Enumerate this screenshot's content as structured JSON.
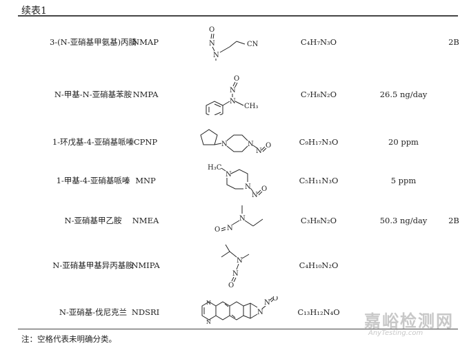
{
  "table": {
    "caption": "续表1",
    "rows": [
      {
        "name": "3-(N-亚硝基甲氨基)丙腈",
        "abbr": "NMAP",
        "formula": "C₄H₇N₃O",
        "limit": "",
        "cls": "2B"
      },
      {
        "name": "N-甲基-N-亚硝基苯胺",
        "abbr": "NMPA",
        "formula": "C₇H₈N₂O",
        "limit": "26.5 ng/day",
        "cls": ""
      },
      {
        "name": "1-环戊基-4-亚硝基哌嗪",
        "abbr": "CPNP",
        "formula": "C₉H₁₇N₃O",
        "limit": "20 ppm",
        "cls": ""
      },
      {
        "name": "1-甲基-4-亚硝基哌嗪",
        "abbr": "MNP",
        "formula": "C₅H₁₁N₃O",
        "limit": "5 ppm",
        "cls": ""
      },
      {
        "name": "N-亚硝基甲乙胺",
        "abbr": "NMEA",
        "formula": "C₃H₈N₂O",
        "limit": "50.3 ng/day",
        "cls": "2B"
      },
      {
        "name": "N-亚硝基甲基异丙基胺",
        "abbr": "NMIPA",
        "formula": "C₄H₁₀N₂O",
        "limit": "",
        "cls": ""
      },
      {
        "name": "N-亚硝基-伐尼克兰",
        "abbr": "NDSRI",
        "formula": "C₁₃H₁₂N₄O",
        "limit": "",
        "cls": ""
      }
    ],
    "note": "注：空格代表未明确分类。"
  },
  "structure_labels": {
    "o": "O",
    "n": "N",
    "nitrile": "CN",
    "methyl": "CH₃",
    "methyl_left": "H₃C"
  },
  "watermark": {
    "cn": "嘉峪检测网",
    "en": "AnyTesting.com"
  }
}
